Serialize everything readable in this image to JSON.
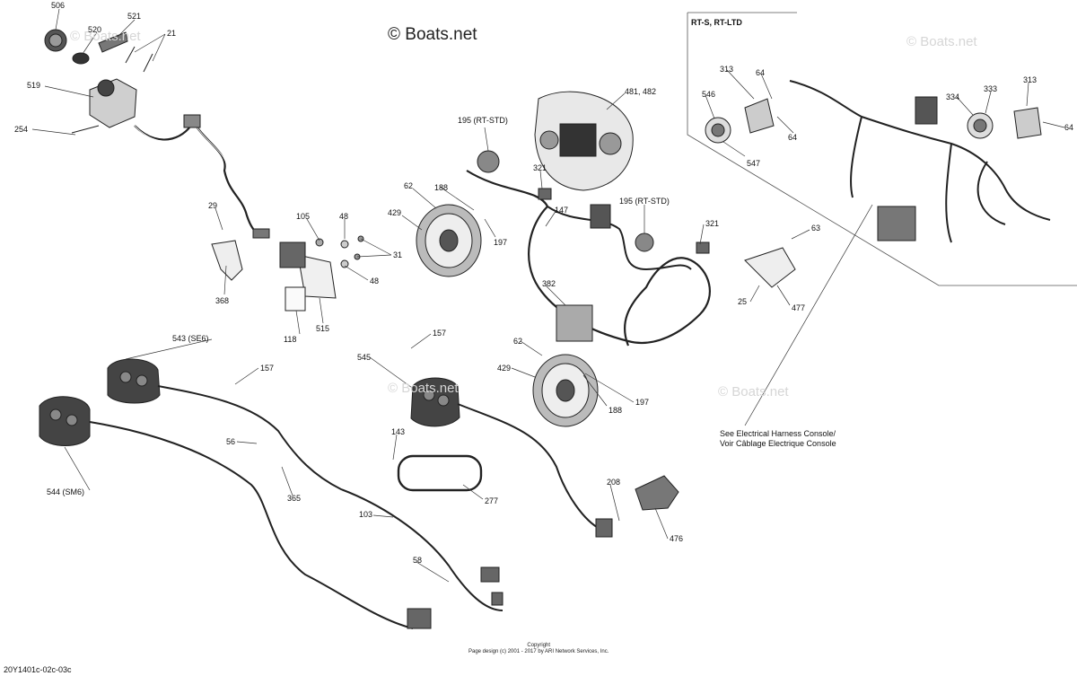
{
  "watermark": {
    "main": "© Boats.net",
    "faint": "© Boats.net"
  },
  "inset": {
    "title": "RT-S, RT-LTD"
  },
  "note": {
    "line1": "See Electrical Harness Console/",
    "line2": "Voir Câblage Electrique Console"
  },
  "copyright": {
    "line1": "Copyright",
    "line2": "Page design (c) 2001 - 2017 by ARI Network Services, Inc."
  },
  "reference_code": "20Y1401c-02c-03c",
  "callouts": [
    {
      "id": "c506",
      "text": "506"
    },
    {
      "id": "c520",
      "text": "520"
    },
    {
      "id": "c521",
      "text": "521"
    },
    {
      "id": "c21",
      "text": "21"
    },
    {
      "id": "c519",
      "text": "519"
    },
    {
      "id": "c254",
      "text": "254"
    },
    {
      "id": "c29",
      "text": "29"
    },
    {
      "id": "c368",
      "text": "368"
    },
    {
      "id": "c105",
      "text": "105"
    },
    {
      "id": "c48a",
      "text": "48"
    },
    {
      "id": "c31",
      "text": "31"
    },
    {
      "id": "c48b",
      "text": "48"
    },
    {
      "id": "c515",
      "text": "515"
    },
    {
      "id": "c118",
      "text": "118"
    },
    {
      "id": "c195a",
      "text": "195 (RT-STD)"
    },
    {
      "id": "c481",
      "text": "481, 482"
    },
    {
      "id": "c321a",
      "text": "321"
    },
    {
      "id": "c62a",
      "text": "62"
    },
    {
      "id": "c188a",
      "text": "188"
    },
    {
      "id": "c429a",
      "text": "429"
    },
    {
      "id": "c197a",
      "text": "197"
    },
    {
      "id": "c147",
      "text": "147"
    },
    {
      "id": "c195b",
      "text": "195 (RT-STD)"
    },
    {
      "id": "c321b",
      "text": "321"
    },
    {
      "id": "c382",
      "text": "382"
    },
    {
      "id": "c63",
      "text": "63"
    },
    {
      "id": "c25",
      "text": "25"
    },
    {
      "id": "c477",
      "text": "477"
    },
    {
      "id": "c313a",
      "text": "313"
    },
    {
      "id": "c64a",
      "text": "64"
    },
    {
      "id": "c546",
      "text": "546"
    },
    {
      "id": "c64b",
      "text": "64"
    },
    {
      "id": "c547",
      "text": "547"
    },
    {
      "id": "c334",
      "text": "334"
    },
    {
      "id": "c333",
      "text": "333"
    },
    {
      "id": "c313b",
      "text": "313"
    },
    {
      "id": "c64c",
      "text": "64"
    },
    {
      "id": "c543",
      "text": "543 (SE6)"
    },
    {
      "id": "c157a",
      "text": "157"
    },
    {
      "id": "c157b",
      "text": "157"
    },
    {
      "id": "c545",
      "text": "545"
    },
    {
      "id": "c62b",
      "text": "62"
    },
    {
      "id": "c429b",
      "text": "429"
    },
    {
      "id": "c188b",
      "text": "188"
    },
    {
      "id": "c197b",
      "text": "197"
    },
    {
      "id": "c56",
      "text": "56"
    },
    {
      "id": "c544",
      "text": "544 (SM6)"
    },
    {
      "id": "c365",
      "text": "365"
    },
    {
      "id": "c143",
      "text": "143"
    },
    {
      "id": "c277",
      "text": "277"
    },
    {
      "id": "c103",
      "text": "103"
    },
    {
      "id": "c208",
      "text": "208"
    },
    {
      "id": "c476",
      "text": "476"
    },
    {
      "id": "c58",
      "text": "58"
    }
  ]
}
